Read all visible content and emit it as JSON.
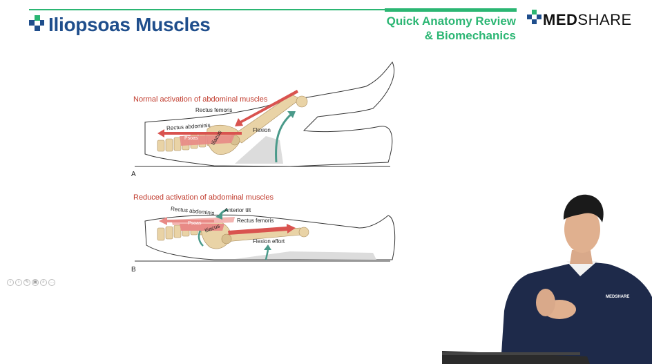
{
  "header": {
    "title": "Iliopsoas Muscles",
    "subtitle_line1": "Quick Anatomy Review",
    "subtitle_line2": "& Biomechanics",
    "brand_bold": "MED",
    "brand_rest": "SHARE"
  },
  "figure_a": {
    "caption": "Normal activation of abdominal muscles",
    "tag": "A",
    "labels": {
      "rectus_femoris": "Rectus femoris",
      "rectus_abdominis": "Rectus abdominis",
      "psoas": "Psoas",
      "iliacus": "Iliacus",
      "flexion": "Flexion"
    }
  },
  "figure_b": {
    "caption": "Reduced activation of abdominal muscles",
    "tag": "B",
    "labels": {
      "rectus_abdominis": "Rectus abdominis",
      "anterior_tilt": "Anterior tilt",
      "rectus_femoris": "Rectus femoris",
      "psoas": "Psoas",
      "iliacus": "Iliacus",
      "flexion_effort": "Flexion effort"
    }
  },
  "presenter": {
    "shirt_logo": "MEDSHARE"
  },
  "toolbar": {
    "icons": [
      "prev-icon",
      "next-icon",
      "pen-icon",
      "zoom-icon",
      "search-icon",
      "more-icon"
    ]
  },
  "colors": {
    "accent_green": "#2bb673",
    "title_blue": "#1f4e8c",
    "muscle_red": "#d9534f",
    "arrow_teal": "#4a9a8a"
  }
}
